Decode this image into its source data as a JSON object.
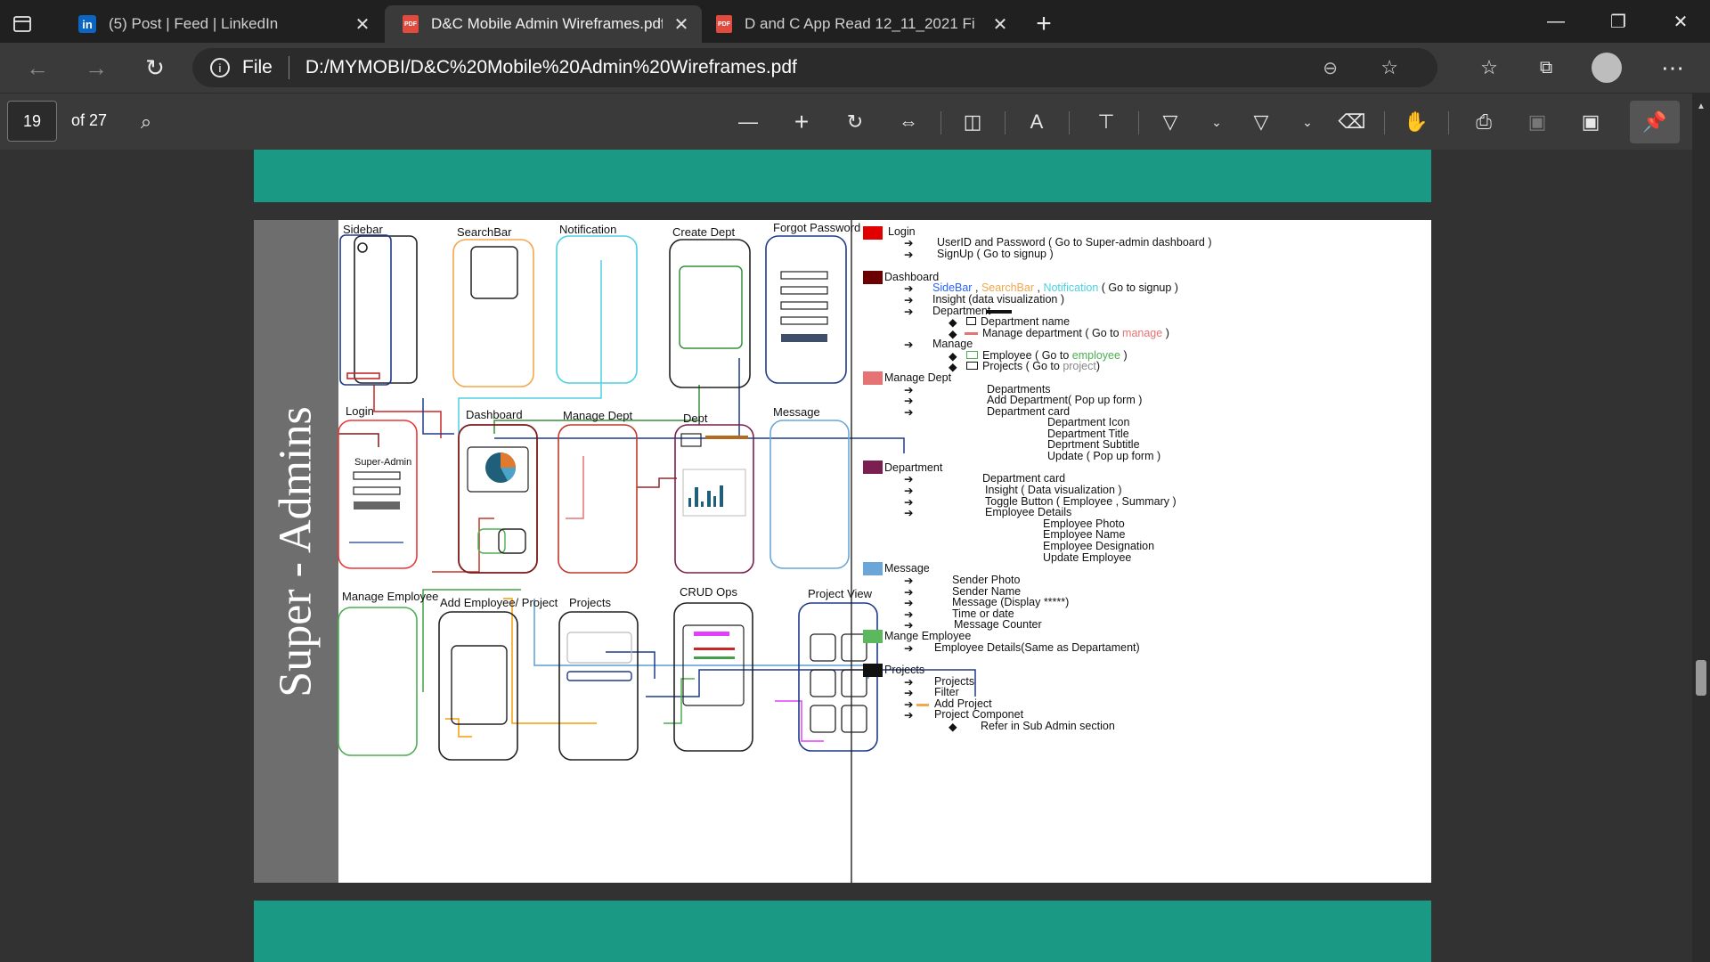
{
  "tabs": [
    {
      "title": "(5) Post | Feed | LinkedIn",
      "active": false
    },
    {
      "title": "D&C Mobile Admin Wireframes.pdf",
      "active": true
    },
    {
      "title": "D and C App Read 12_11_2021 Fi",
      "active": false
    }
  ],
  "address": {
    "prefix": "File",
    "url": "D:/MYMOBI/D&C%20Mobile%20Admin%20Wireframes.pdf"
  },
  "pdf": {
    "page": "19",
    "of": "of 27"
  },
  "colors": {
    "accent": "#1a9985",
    "page_bg": "#ffffff",
    "viewer_bg": "#323232"
  },
  "document": {
    "side_title": "Super - Admins",
    "screens": {
      "sidebar": "Sidebar",
      "searchbar": "SearchBar",
      "notification": "Notification",
      "create_dept": "Create Dept",
      "forgot_password": "Forgot Password",
      "login": "Login",
      "login_body": "Super-Admin",
      "dashboard": "Dashboard",
      "manage_dept": "Manage Dept",
      "dept": "Dept",
      "message": "Message",
      "manage_employee": "Manage Employee",
      "add_employee_project": "Add Employee/ Project",
      "projects": "Projects",
      "crud_ops": "CRUD Ops",
      "project_view": "Project View"
    },
    "legend": {
      "login": {
        "title": "Login",
        "items": [
          "UserID and Password ( Go to Super-admin dashboard )",
          "SignUp ( Go to signup )"
        ]
      },
      "dashboard": {
        "title": "Dashboard",
        "sidebar": "SideBar",
        "comma1": ",",
        "searchbar": "SearchBar",
        "comma2": ",",
        "notification": "Notification",
        "go_signup": "( Go to signup )",
        "insight": "Insight (data visualization )",
        "department": "Department",
        "dept_name": "Department name",
        "manage_dept": "Manage department ( Go to ",
        "manage_word": "manage",
        "close1": ")",
        "manage": "Manage",
        "employee": "Employee ( Go to ",
        "employee_word": "employee",
        "close2": ")",
        "projects": "Projects  ( Go to ",
        "project_word": "project",
        "close3": ")"
      },
      "manage_dept": {
        "title": "Manage Dept",
        "items": [
          "Departments",
          "Add Department( Pop up  form )",
          "Department card",
          "Department Icon",
          "Department Title",
          "Deprtment Subtitle",
          "Update  ( Pop up  form )"
        ]
      },
      "department": {
        "title": "Department",
        "items": [
          "Department card",
          "Insight ( Data  visualization )",
          "Toggle Button ( Employee , Summary  )",
          "Employee Details",
          "Employee  Photo",
          "Employee Name",
          "Employee Designation",
          "Update Employee"
        ]
      },
      "message": {
        "title": "Message",
        "items": [
          "Sender Photo",
          "Sender Name",
          "Message (Display  *****)",
          "Time or date",
          "Message Counter"
        ]
      },
      "manage_employee": {
        "title": "Mange Employee",
        "items": [
          "Employee Details(Same as Departament)"
        ]
      },
      "projects": {
        "title": "Projects",
        "items": [
          "Projects",
          "Filter",
          "Add Project",
          "Project Componet",
          "Refer in Sub Admin section"
        ]
      }
    }
  }
}
